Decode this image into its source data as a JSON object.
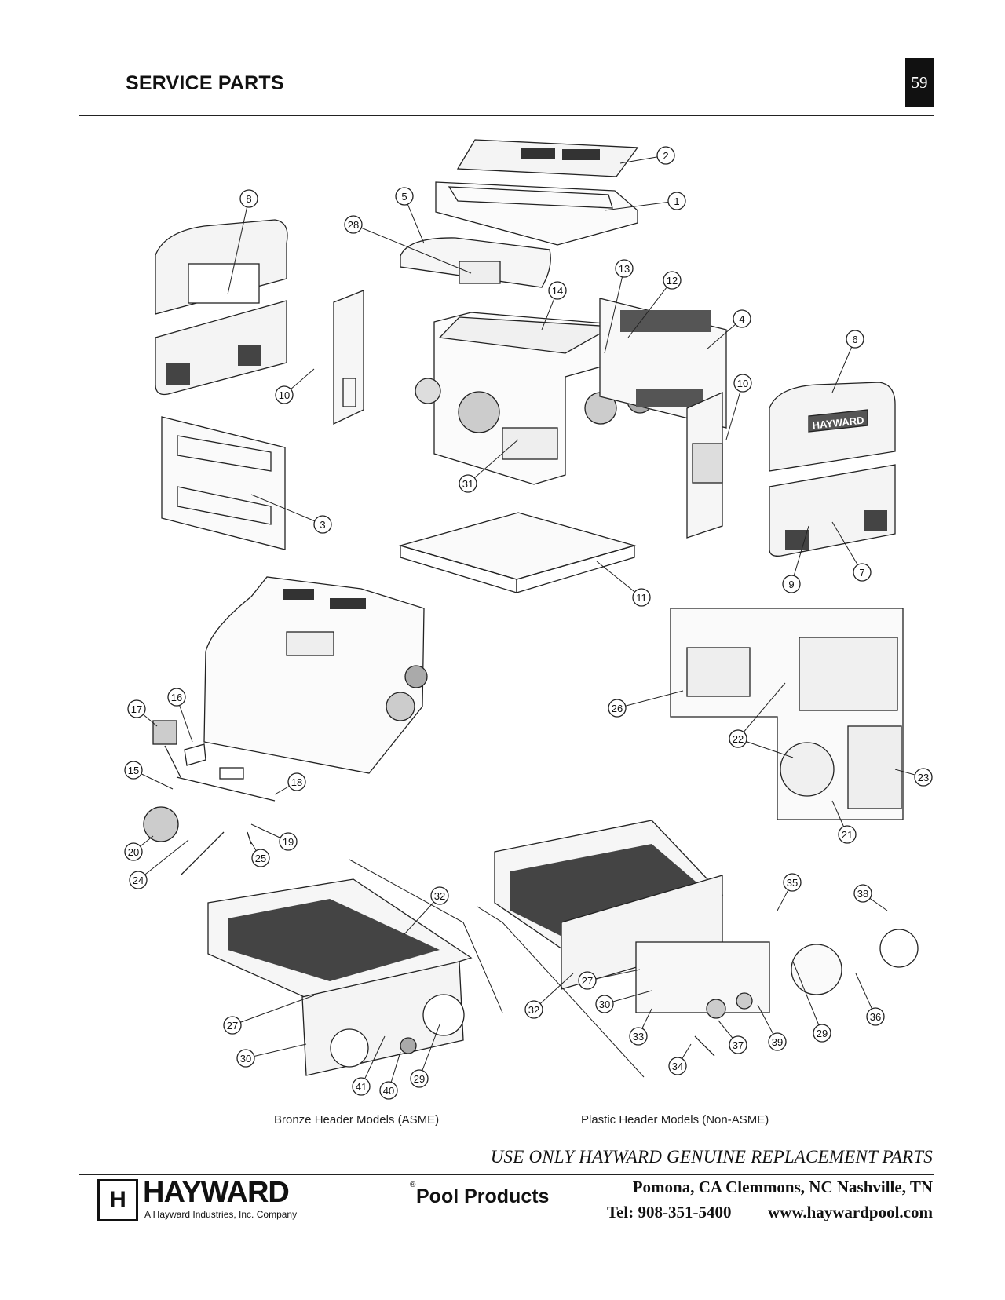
{
  "header": {
    "title": "SERVICE PARTS",
    "page_number": "59"
  },
  "diagram": {
    "callouts": [
      "1",
      "2",
      "3",
      "4",
      "5",
      "6",
      "7",
      "8",
      "9",
      "10",
      "10",
      "11",
      "12",
      "13",
      "14",
      "15",
      "16",
      "17",
      "18",
      "19",
      "20",
      "21",
      "22",
      "22",
      "23",
      "24",
      "25",
      "26",
      "27",
      "27",
      "28",
      "29",
      "29",
      "30",
      "30",
      "31",
      "32",
      "32",
      "33",
      "34",
      "35",
      "36",
      "37",
      "38",
      "39",
      "40",
      "41"
    ],
    "logo_text_panel": "HAYWARD",
    "caption_left": "Bronze Header Models (ASME)",
    "caption_right": "Plastic Header Models (Non-ASME)"
  },
  "footer": {
    "notice": "USE ONLY HAYWARD GENUINE REPLACEMENT PARTS",
    "locations": "Pomona, CA Clemmons, NC Nashville, TN",
    "phone": "Tel: 908-351-5400",
    "website": "www.haywardpool.com",
    "brand": "HAYWARD",
    "brand_suffix": "Pool Products",
    "brand_tagline": "A Hayward Industries, Inc. Company",
    "brand_mark": "H",
    "registered": "®"
  },
  "colors": {
    "ink": "#111111",
    "line": "#222222",
    "panel": "#f2f2f2"
  }
}
